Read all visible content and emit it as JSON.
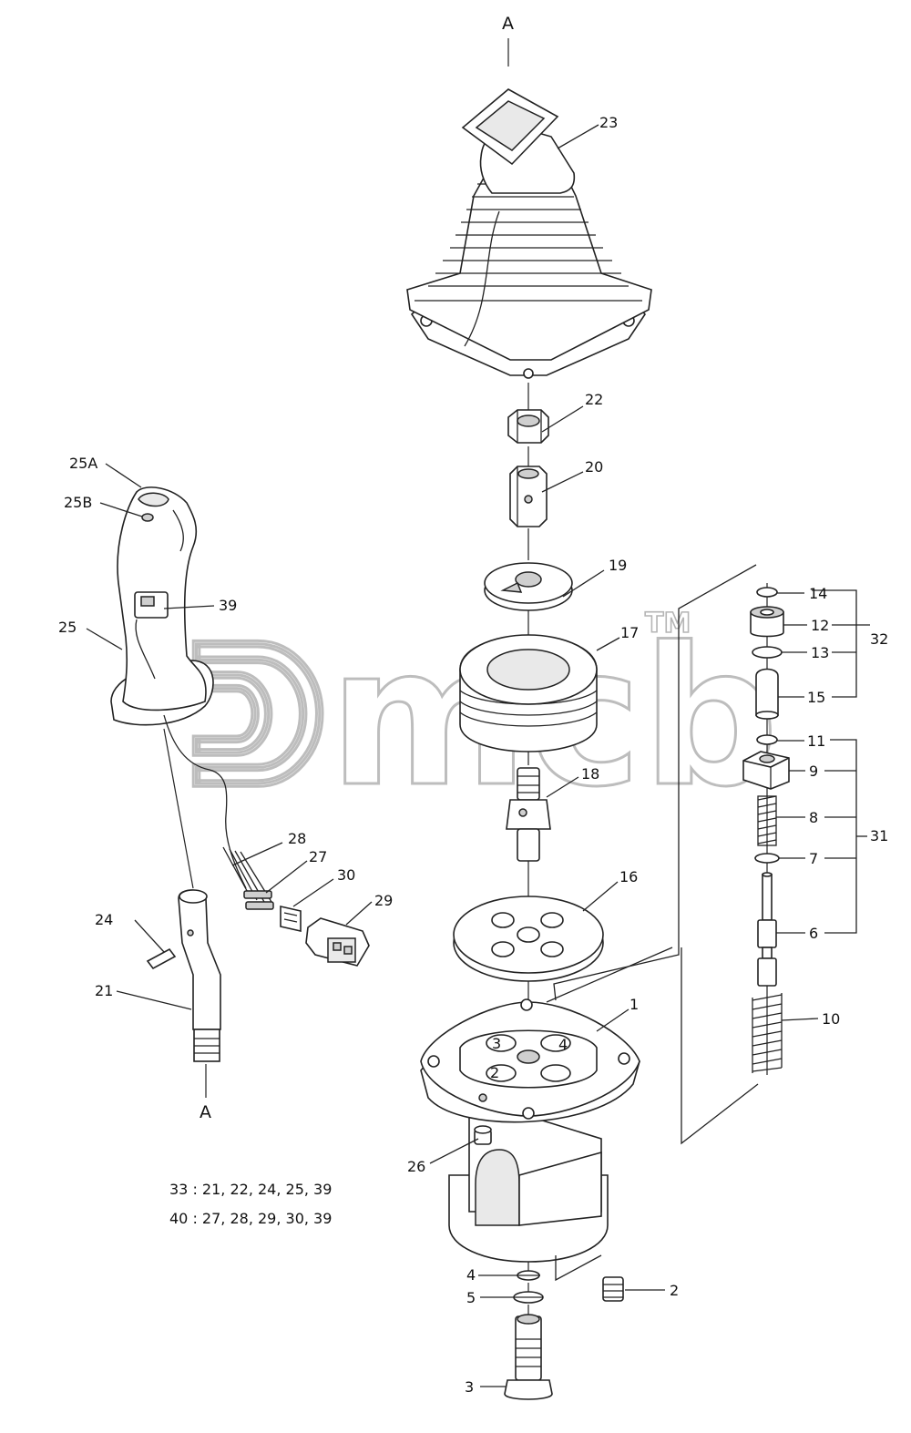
{
  "diagram": {
    "section_marks": {
      "top": "A",
      "bottom": "A"
    },
    "watermark": {
      "text": "ᕲmcb",
      "tm": "TM"
    },
    "callouts": {
      "c1": "1",
      "c2": "2",
      "c3": "3",
      "c4": "4",
      "c5": "5",
      "c6": "6",
      "c7": "7",
      "c8": "8",
      "c9": "9",
      "c10": "10",
      "c11": "11",
      "c12": "12",
      "c13": "13",
      "c14": "14",
      "c15": "15",
      "c16": "16",
      "c17": "17",
      "c18": "18",
      "c19": "19",
      "c20": "20",
      "c21": "21",
      "c22": "22",
      "c23": "23",
      "c24": "24",
      "c25": "25",
      "c25a": "25A",
      "c25b": "25B",
      "c26": "26",
      "c27": "27",
      "c28": "28",
      "c29": "29",
      "c30": "30",
      "c31": "31",
      "c32": "32",
      "c39": "39"
    },
    "valve_labels": {
      "v2": "2",
      "v3": "3",
      "v4": "4"
    },
    "legend": {
      "line1": "33 : 21, 22, 24, 25, 39",
      "line2": "40 : 27, 28, 29, 30, 39"
    }
  }
}
